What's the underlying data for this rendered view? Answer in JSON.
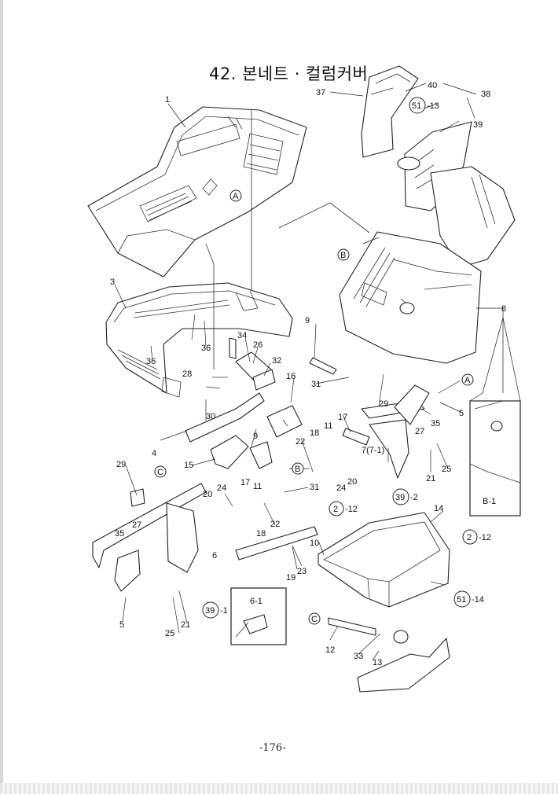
{
  "title": "42. 본네트 · 컬럼커버",
  "page_number": "-176-",
  "inset_label": "B-1",
  "labels": {
    "l1": "1",
    "l3": "3",
    "l4": "4",
    "l5a": "5",
    "l5b": "5",
    "l6": "6",
    "l6_1": "6-1",
    "l7": "7(7-1)",
    "l8": "8",
    "l9a": "9",
    "l9b": "9",
    "l10": "10",
    "l11a": "11",
    "l11b": "11",
    "l12": "12",
    "l13": "13",
    "l14": "14",
    "l15": "15",
    "l16": "16",
    "l17a": "17",
    "l17b": "17",
    "l18a": "18",
    "l18b": "18",
    "l19": "19",
    "l20a": "20",
    "l20b": "20",
    "l21a": "21",
    "l21b": "21",
    "l22a": "22",
    "l22b": "22",
    "l23": "23",
    "l24a": "24",
    "l24b": "24",
    "l25a": "25",
    "l25b": "25",
    "l26": "26",
    "l27a": "27",
    "l27b": "27",
    "l28": "28",
    "l29a": "29",
    "l29b": "29",
    "l30": "30",
    "l31a": "31",
    "l31b": "31",
    "l32": "32",
    "l33": "33",
    "l34": "34",
    "l35a": "35",
    "l35b": "35",
    "l36a": "36",
    "l36b": "36",
    "l37": "37",
    "l38": "38",
    "l39": "39",
    "l40": "40"
  },
  "circled": {
    "cA1": "A",
    "cA2": "A",
    "cB1": "B",
    "cB2": "B",
    "cC1": "C",
    "cC2": "C",
    "c51_13": "51",
    "c51_14": "51",
    "c39_2": "39",
    "c39_1": "39",
    "c2_12a": "2",
    "c2_12b": "2"
  },
  "suffixes": {
    "s51_13": "-13",
    "s51_14": "-14",
    "s39_2": "-2",
    "s39_1": "-1",
    "s2_12a": "-12",
    "s2_12b": "-12"
  }
}
